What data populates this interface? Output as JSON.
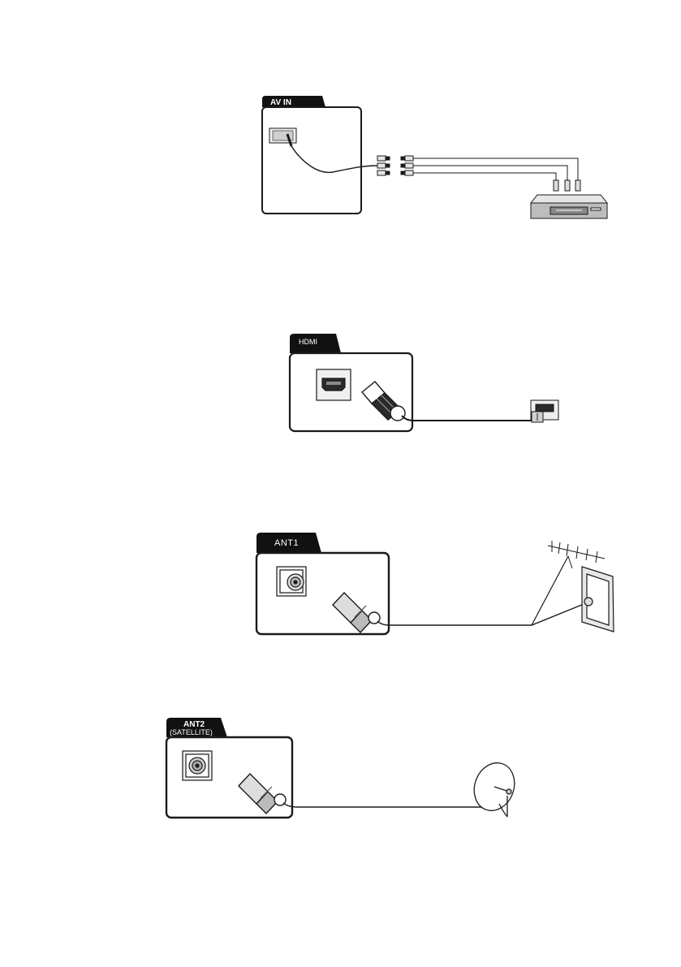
{
  "diagrams": {
    "av_in": {
      "tab_label": "AV IN",
      "device": "dvd-player-icon"
    },
    "hdmi": {
      "tab_label": "HDMI",
      "device": "hdmi-wall-port-icon"
    },
    "ant1": {
      "tab_label": "ANT1",
      "device": "antenna-wall-socket-icon"
    },
    "ant2": {
      "tab_label_line1": "ANT2",
      "tab_label_line2": "(SATELLITE)",
      "device": "satellite-dish-icon"
    }
  },
  "colors": {
    "line": "#1a1a1a",
    "tab": "#111111",
    "fill_light": "#e6e6e6",
    "fill_mid": "#bdbdbd"
  }
}
